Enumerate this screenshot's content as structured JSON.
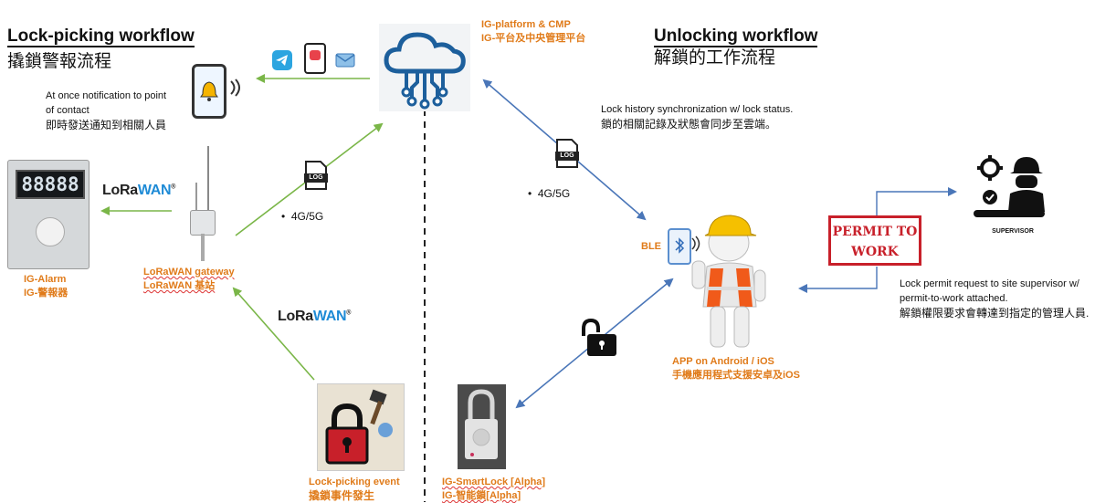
{
  "left": {
    "title": "Lock-picking workflow",
    "subtitle": "撬鎖警報流程",
    "notify_text_line1": "At once notification to point",
    "notify_text_line2": "of contact",
    "notify_text_zh": "即時發送通知到相關人員",
    "alarm_label_en": "IG-Alarm",
    "alarm_label_zh": "IG-警報器",
    "alarm_display": "88888",
    "gateway_label_en": "LoRaWAN gateway",
    "gateway_label_zh": "LoRaWAN 基站",
    "event_label_en": "Lock-picking event",
    "event_label_zh": "撬鎖事件發生",
    "network_label": "4G/5G",
    "log_label": "LOG"
  },
  "lora": {
    "part1": "LoRa",
    "part2": "WAN",
    "mark": "®"
  },
  "platform": {
    "label_en": "IG-platform & CMP",
    "label_zh": "IG-平台及中央管理平台"
  },
  "right": {
    "title": "Unlocking workflow",
    "subtitle": "解鎖的工作流程",
    "sync_text_en": "Lock history synchronization w/ lock status.",
    "sync_text_zh": "鎖的相關記錄及狀態會同步至雲端。",
    "network_label": "4G/5G",
    "log_label": "LOG",
    "ble_label": "BLE",
    "app_label_en": "APP on Android / iOS",
    "app_label_zh": "手機應用程式支援安卓及iOS",
    "smartlock_label_en": "IG-SmartLock [Alpha]",
    "smartlock_label_zh": "IG-智能鎖[Alpha]",
    "permit_stamp_line1": "PERMIT TO",
    "permit_stamp_line2": "WORK",
    "supervisor_label": "SUPERVISOR",
    "permit_text_line1": "Lock permit request to site supervisor w/",
    "permit_text_line2": "permit-to-work attached.",
    "permit_text_zh": "解鎖權限要求會轉達到指定的管理人員."
  },
  "colors": {
    "green": "#7ab648",
    "blue": "#4a76b8",
    "orange": "#e07b1a",
    "red": "#c8202a"
  }
}
